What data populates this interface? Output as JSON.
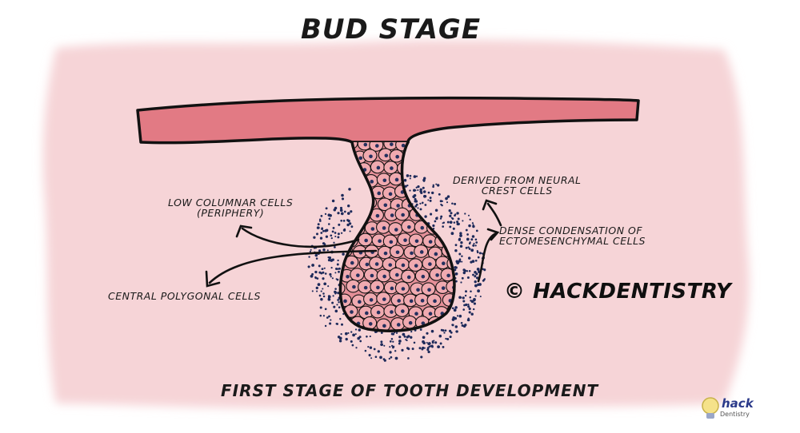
{
  "title": "BUD STAGE",
  "footer": "FIRST STAGE OF TOOTH DEVELOPMENT",
  "labels": {
    "low_columnar": "LOW COLUMNAR CELLS\n(PERIPHERY)",
    "central_polygonal": "CENTRAL POLYGONAL CELLS",
    "derived": "DERIVED FROM NEURAL\nCREST CELLS",
    "dense": "DENSE CONDENSATION OF\nECTOMESENCHYMAL CELLS"
  },
  "copyright": "© HACKDENTISTRY",
  "logo": {
    "word": "hack",
    "sub": "Dentistry"
  },
  "colors": {
    "background_blob": "#f6d4d7",
    "epithelium": "#e27a84",
    "cell_fill": "#f0aab0",
    "nucleus": "#24305e",
    "outline": "#111111",
    "mesenchyme_dots": "#1d2a5a"
  }
}
